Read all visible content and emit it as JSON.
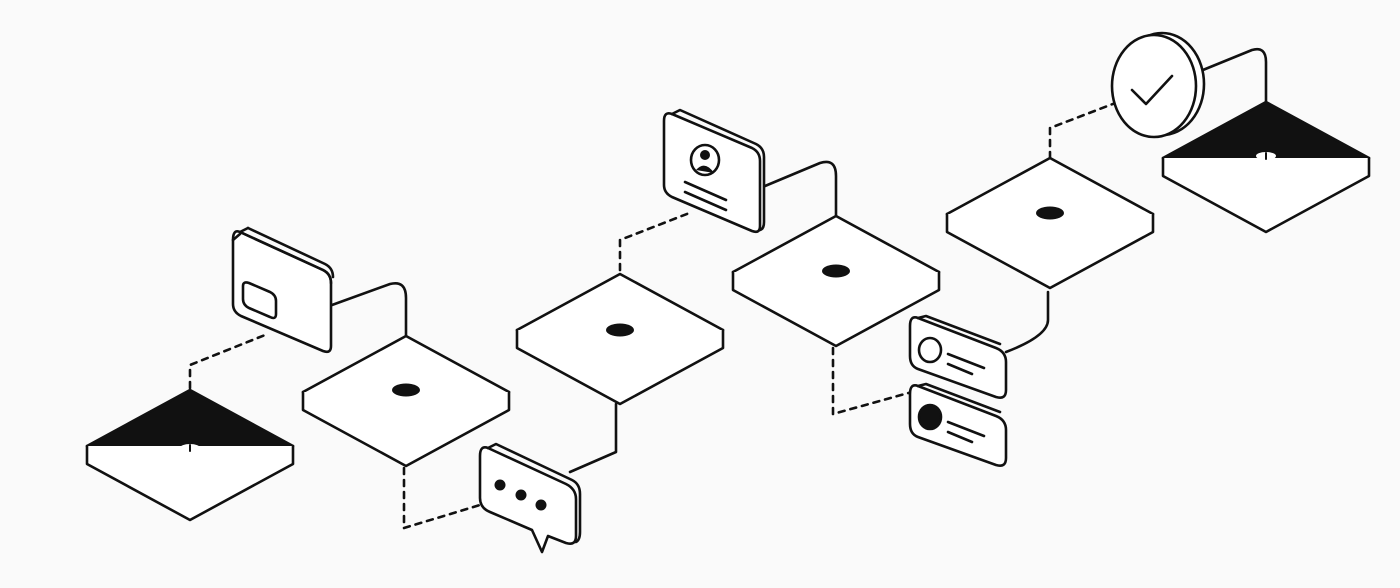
{
  "diagram": {
    "stroke_color": "#111111",
    "background_color": "#fafafa",
    "platforms": [
      {
        "name": "platform-start",
        "filled": true
      },
      {
        "name": "platform-2",
        "filled": false
      },
      {
        "name": "platform-3",
        "filled": false
      },
      {
        "name": "platform-4",
        "filled": false
      },
      {
        "name": "platform-5",
        "filled": false
      },
      {
        "name": "platform-end",
        "filled": true
      }
    ],
    "icons": [
      {
        "name": "browser-window-icon"
      },
      {
        "name": "chat-bubble-icon"
      },
      {
        "name": "profile-card-icon"
      },
      {
        "name": "user-option-radio-icon"
      },
      {
        "name": "user-option-selected-icon"
      },
      {
        "name": "checkmark-badge-icon"
      }
    ]
  }
}
